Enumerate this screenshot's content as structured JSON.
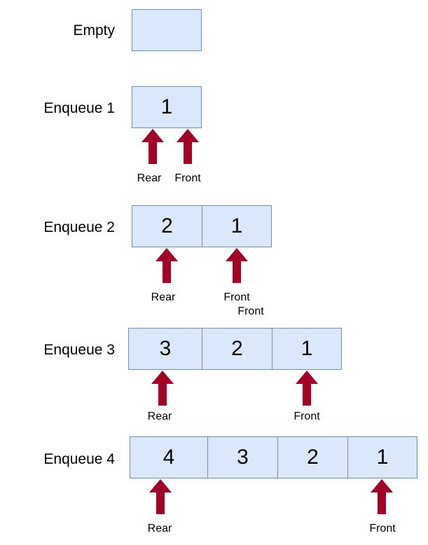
{
  "rows": {
    "empty": {
      "label": "Empty"
    },
    "enqueue1": {
      "label": "Enqueue 1",
      "cells": [
        "1"
      ],
      "rear_label": "Rear",
      "front_label": "Front"
    },
    "enqueue2": {
      "label": "Enqueue 2",
      "cells": [
        "2",
        "1"
      ],
      "rear_label": "Rear",
      "front_label": "Front",
      "extra_label": "Front"
    },
    "enqueue3": {
      "label": "Enqueue 3",
      "cells": [
        "3",
        "2",
        "1"
      ],
      "rear_label": "Rear",
      "front_label": "Front"
    },
    "enqueue4": {
      "label": "Enqueue 4",
      "cells": [
        "4",
        "3",
        "2",
        "1"
      ],
      "rear_label": "Rear",
      "front_label": "Front"
    }
  },
  "colors": {
    "cell_fill": "#dae8fc",
    "cell_border": "#6c8ebf",
    "arrow": "#a20025"
  },
  "icons": {
    "pointer": "up-arrow-icon"
  }
}
